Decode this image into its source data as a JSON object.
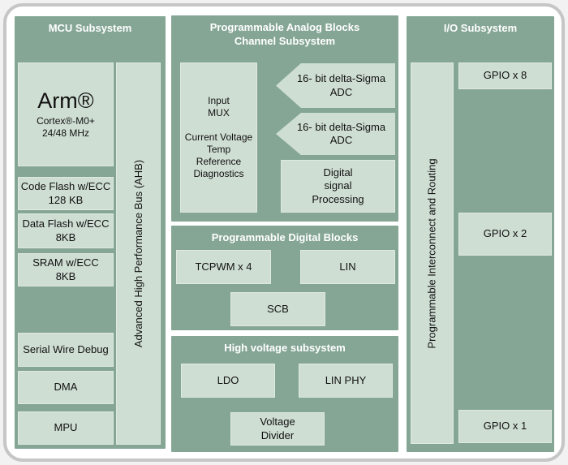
{
  "colors": {
    "panel_bg": "#85a695",
    "block_bg": "#cfded3",
    "panel_title_text": "#ffffff",
    "block_text": "#111111",
    "frame_border": "#c6c6c6"
  },
  "mcu": {
    "title": "MCU Subsystem",
    "cpu_name": "Arm®",
    "cpu_details": "Cortex®-M0+\n24/48 MHz",
    "code_flash": "Code Flash w/ECC\n128 KB",
    "data_flash": "Data Flash w/ECC\n8KB",
    "sram": "SRAM w/ECC\n8KB",
    "serial_wire_debug": "Serial Wire Debug",
    "dma": "DMA",
    "mpu": "MPU",
    "bus": "Advanced High Performance Bus (AHB)"
  },
  "analog": {
    "title": "Programmable Analog Blocks\nChannel Subsystem",
    "input_mux": "Input\nMUX\n\nCurrent Voltage\nTemp\nReference\nDiagnostics",
    "adc1": "16- bit delta-Sigma\nADC",
    "adc2": "16- bit delta-Sigma\nADC",
    "dsp": "Digital\nsignal\nProcessing"
  },
  "digital": {
    "title": "Programmable Digital Blocks",
    "tcpwm": "TCPWM x 4",
    "lin": "LIN",
    "scb": "SCB"
  },
  "hv": {
    "title": "High voltage subsystem",
    "ldo": "LDO",
    "lin_phy": "LIN PHY",
    "voltage_divider": "Voltage\nDivider"
  },
  "io": {
    "title": "I/O Subsystem",
    "routing": "Programmable Interconnect and Routing",
    "gpio8": "GPIO x 8",
    "gpio2": "GPIO x 2",
    "gpio1": "GPIO x 1"
  }
}
